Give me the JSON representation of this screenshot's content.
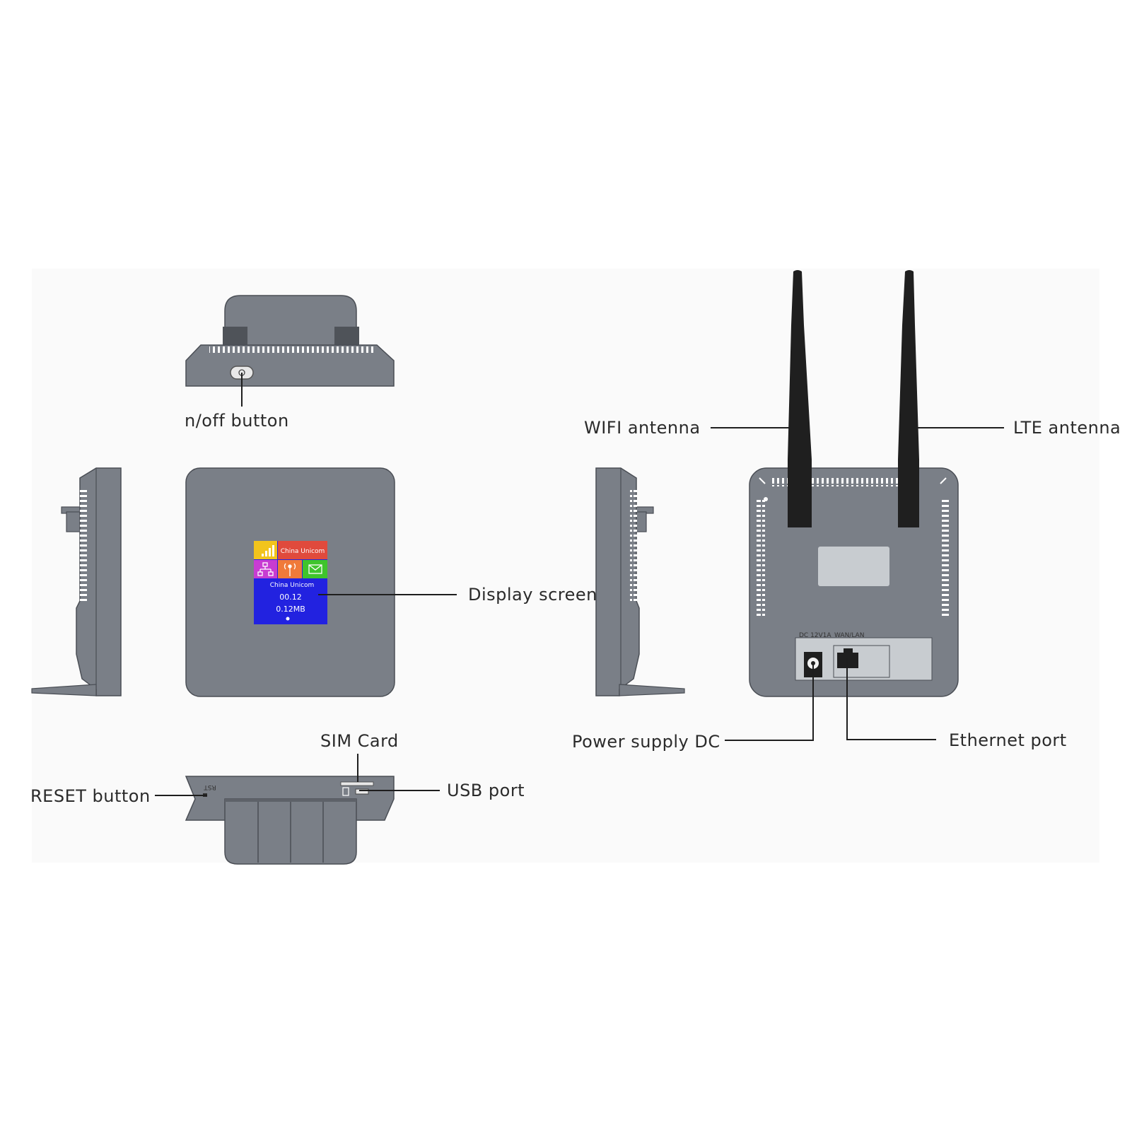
{
  "callouts": {
    "onoff": "n/off button",
    "display": "Display screen",
    "sim": "SIM Card",
    "reset": "RESET button",
    "usb": "USB port",
    "wifi": "WIFI antenna",
    "lte": "LTE antenna",
    "power": "Power supply DC",
    "ethernet": "Ethernet port"
  },
  "screen": {
    "operator_top": "China  Unicom",
    "operator_mid": "China  Unicom",
    "time": "00.12",
    "data_used": "0.12MB",
    "icons": [
      "signal-icon",
      "network-icon",
      "wifi-icon",
      "mail-icon"
    ]
  },
  "back_panel": {
    "dc_label": "DC 12V1A",
    "wan_label": "WAN/LAN"
  },
  "bottom_panel": {
    "rst_label": "RST"
  },
  "colors": {
    "body": "#7a7f87",
    "outline": "#4a4e55",
    "screen_blue": "#2222e0",
    "tile_yellow": "#f2c41c",
    "tile_red": "#e04a3c",
    "tile_magenta": "#c83cd2",
    "tile_orange": "#f07a3a",
    "tile_green": "#3fc42c",
    "antenna": "#1f1f1f",
    "background_band": "#fafafa"
  }
}
